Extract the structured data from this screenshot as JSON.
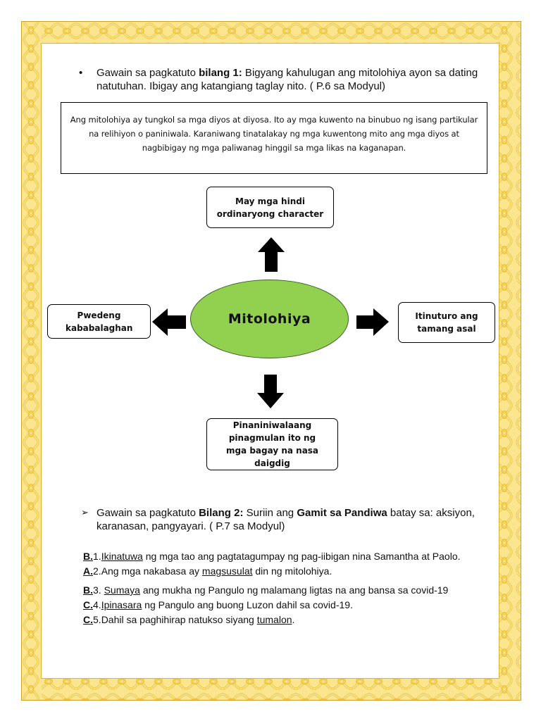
{
  "section1": {
    "bullet": "•",
    "pre": "Gawain sa pagkatuto ",
    "bold": "bilang 1:",
    "rest": " Bigyang kahulugan ang mitolohiya ayon sa dating natutuhan. Ibigay ang katangiang taglay nito. ( P.6 sa Modyul)"
  },
  "definition": "Ang mitolohiya ay tungkol sa mga diyos at diyosa. Ito ay mga kuwento na binubuo ng isang partikular na relihiyon o paniniwala. Karaniwang tinatalakay ng mga kuwentong mito ang mga diyos at nagbibigay ng mga paliwanag hinggil sa mga likas na kaganapan.",
  "concept_map": {
    "center": "Mitolohiya",
    "top": "May mga hindi ordinaryong character",
    "left": "Pwedeng kababalaghan",
    "right": "Itinuturo ang tamang asal",
    "bottom": "Pinaniniwalaang pinagmulan ito ng mga bagay na nasa daigdig",
    "center_color": "#92d050"
  },
  "section2": {
    "bullet": "➢",
    "pre": "Gawain sa pagkatuto ",
    "bold1": "Bilang 2:",
    "mid": " Suriin ang ",
    "bold2": "Gamit sa Pandiwa",
    "rest": " batay sa: aksiyon, karanasan, pangyayari. ( P.7 sa Modyul)"
  },
  "answers": [
    {
      "letter": "B.",
      "num": "1.",
      "pre": "",
      "verb": "Ikinatuwa",
      "post": " ng mga tao ang pagtatagumpay ng pag-iibigan nina Samantha at Paolo."
    },
    {
      "letter": "A.",
      "num": "2.",
      "pre": "Ang mga nakabasa ay ",
      "verb": "magsusulat",
      "post": " din ng mitolohiya."
    },
    {
      "letter": "B.",
      "num": "3. ",
      "pre": "",
      "verb": "Sumaya",
      "post": " ang mukha ng Pangulo ng malamang ligtas na ang bansa sa covid-19"
    },
    {
      "letter": "C.",
      "num": "4.",
      "pre": "",
      "verb": "Ipinasara",
      "post": " ng Pangulo ang buong Luzon dahil sa covid-19."
    },
    {
      "letter": "C.",
      "num": "5.",
      "pre": "Dahil sa paghihirap natukso siyang ",
      "verb": "tumalon",
      "post": "."
    }
  ],
  "border_colors": {
    "fill": "#fce58f",
    "knot": "#f3cf45",
    "outline": "#c9a227"
  }
}
